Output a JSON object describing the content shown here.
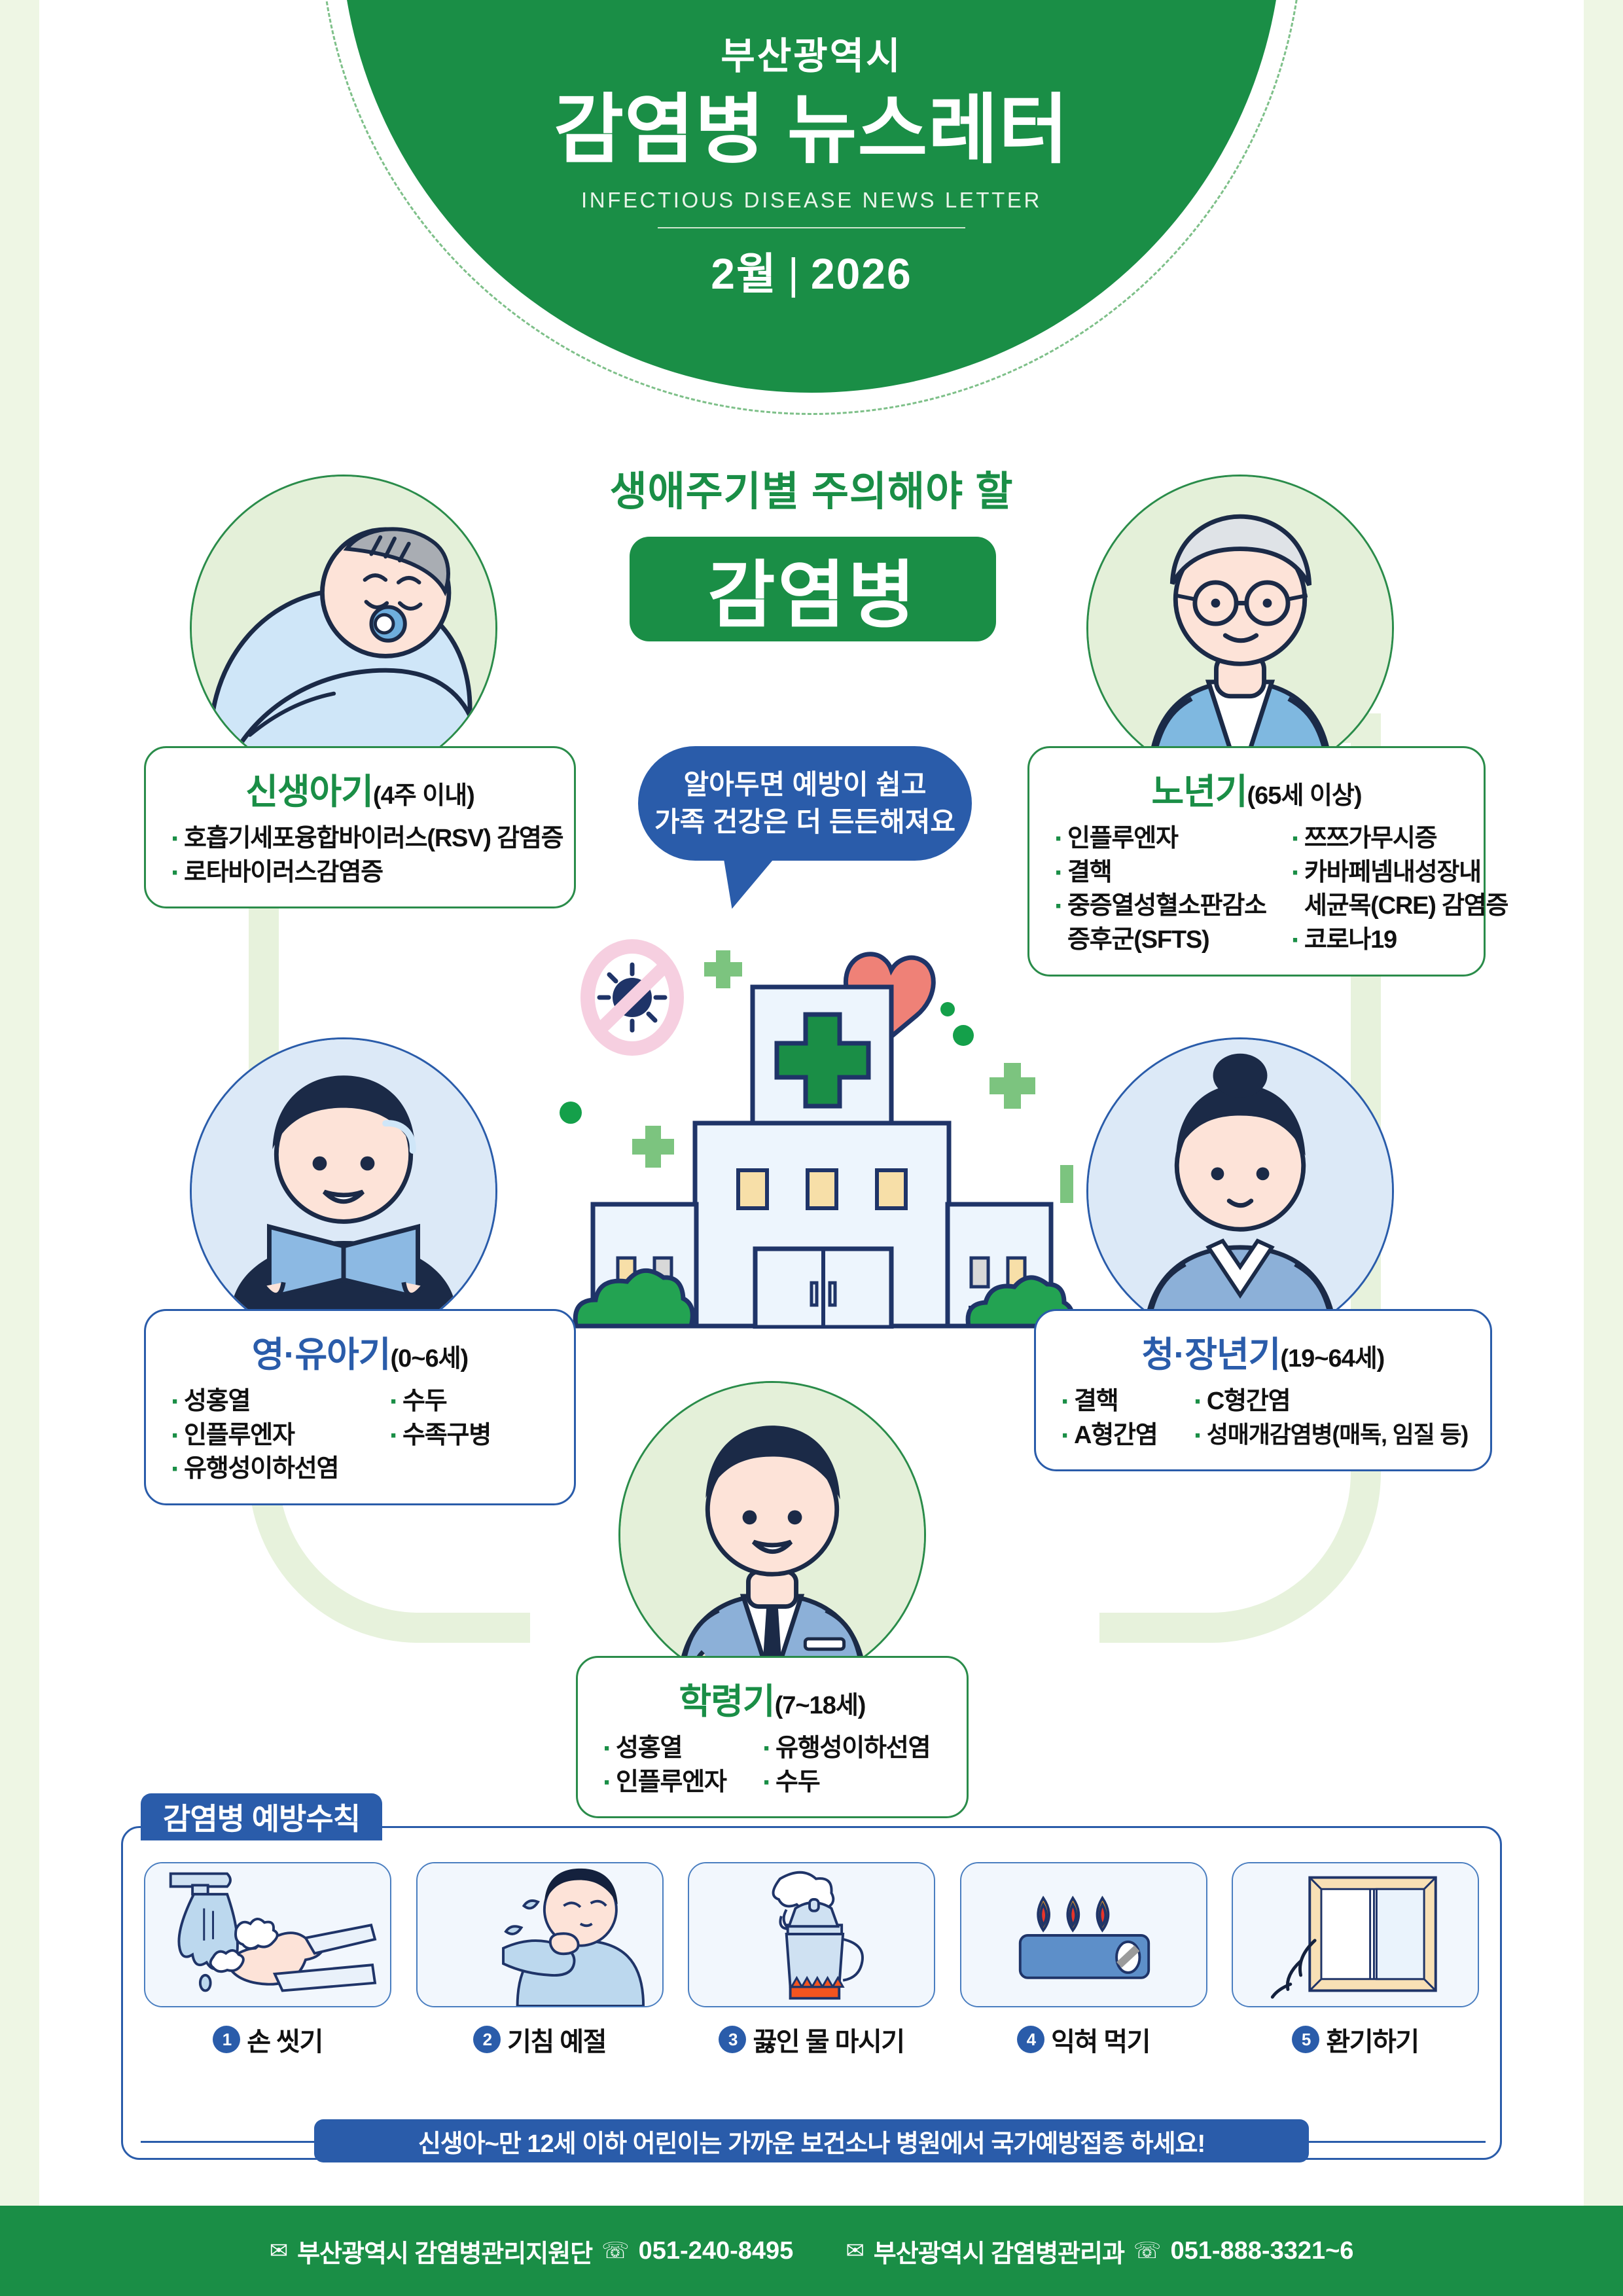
{
  "header": {
    "city": "부산광역시",
    "title": "감염병 뉴스레터",
    "english": "INFECTIOUS DISEASE NEWS LETTER",
    "month": "2월",
    "separator": "|",
    "year": "2026",
    "brand_green": "#1a8e46",
    "brand_blue": "#2a5caa"
  },
  "center": {
    "headline": "생애주기별  주의해야 할",
    "badge": "감염병",
    "bubble_line1": "알아두면 예방이 쉽고",
    "bubble_line2": "가족 건강은 더 든든해져요"
  },
  "stages": [
    {
      "key": "newborn",
      "stage": "신생아기",
      "age": "(4주 이내)",
      "accent": "#1a8e46",
      "avatar_icon": "swaddled-baby-icon",
      "col1": [
        "호흡기세포융합바이러스(RSV) 감염증",
        "로타바이러스감염증"
      ],
      "col2": []
    },
    {
      "key": "elder",
      "stage": "노년기",
      "age": "(65세 이상)",
      "accent": "#1a8e46",
      "avatar_icon": "elderly-person-icon",
      "col1": [
        "인플루엔자",
        "결핵",
        "중증열성혈소판감소",
        "증후군(SFTS)"
      ],
      "col2": [
        "쯔쯔가무시증",
        "카바페넴내성장내",
        "세균목(CRE) 감염증",
        "코로나19"
      ]
    },
    {
      "key": "infant",
      "stage": "영·유아기",
      "age": "(0~6세)",
      "accent": "#2a5caa",
      "avatar_icon": "child-reading-book-icon",
      "col1": [
        "성홍열",
        "인플루엔자",
        "유행성이하선염"
      ],
      "col2": [
        "수두",
        "수족구병"
      ]
    },
    {
      "key": "adult",
      "stage": "청·장년기",
      "age": "(19~64세)",
      "accent": "#2a5caa",
      "avatar_icon": "adult-woman-icon",
      "col1": [
        "결핵",
        "A형간염"
      ],
      "col2": [
        "C형간염",
        "성매개감염병(매독, 임질 등)"
      ]
    },
    {
      "key": "school",
      "stage": "학령기",
      "age": "(7~18세)",
      "accent": "#1a8e46",
      "avatar_icon": "student-uniform-icon",
      "col1": [
        "성홍열",
        "인플루엔자"
      ],
      "col2": [
        "유행성이하선염",
        "수두"
      ]
    }
  ],
  "prevention": {
    "tab_label": "감염병 예방수칙",
    "items": [
      {
        "num": "1",
        "label": "손 씻기",
        "icon": "handwashing-icon"
      },
      {
        "num": "2",
        "label": "기침 예절",
        "icon": "cough-etiquette-icon"
      },
      {
        "num": "3",
        "label": "끓인 물 마시기",
        "icon": "boiling-kettle-icon"
      },
      {
        "num": "4",
        "label": "익혀 먹기",
        "icon": "cooking-stove-icon"
      },
      {
        "num": "5",
        "label": "환기하기",
        "icon": "open-window-icon"
      }
    ],
    "banner": "신생아~만 12세 이하 어린이는 가까운 보건소나 병원에서 국가예방접종 하세요!"
  },
  "footer": {
    "contacts": [
      {
        "glyph": "✉",
        "name": "부산광역시 감염병관리지원단",
        "phone_glyph": "☏",
        "phone": "051-240-8495"
      },
      {
        "glyph": "✉",
        "name": "부산광역시 감염병관리과",
        "phone_glyph": "☏",
        "phone": "051-888-3321~6"
      }
    ]
  },
  "illustration": {
    "hospital_icon": "hospital-building-icon",
    "virus_blocked_icon": "no-virus-icon",
    "heart_icon": "heart-icon",
    "cross_icon": "medical-cross-icon"
  }
}
